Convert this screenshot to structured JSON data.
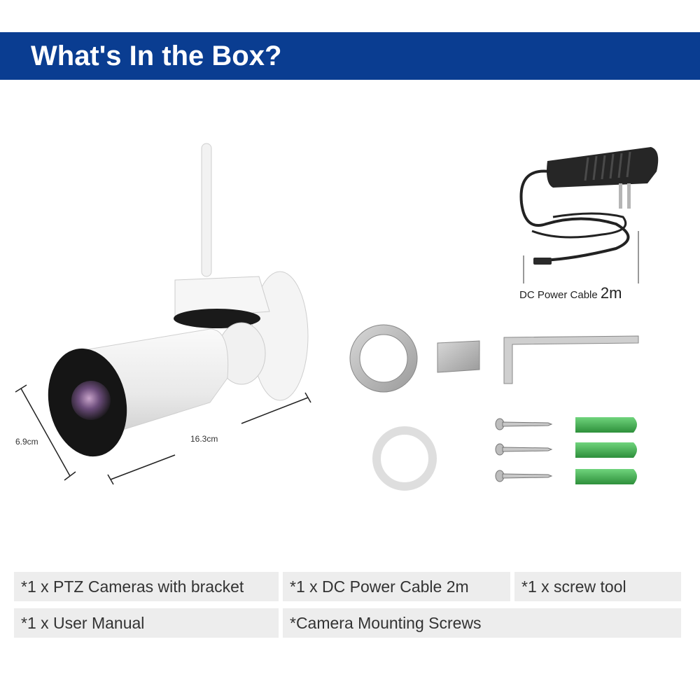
{
  "banner": {
    "title": "What's In the Box?"
  },
  "dimensions": {
    "diameter": "6.9cm",
    "length": "16.3cm"
  },
  "cable": {
    "label": "DC Power Cable",
    "length": "2m"
  },
  "contents": [
    {
      "text": "*1 x PTZ Cameras with bracket"
    },
    {
      "text": "*1 x DC Power Cable 2m"
    },
    {
      "text": "*1 x screw tool"
    },
    {
      "text": "*1 x User Manual"
    },
    {
      "text": "*Camera Mounting Screws"
    }
  ],
  "colors": {
    "banner": "#0a3d91",
    "anchor": "#3aa64a",
    "cell": "#ededed"
  }
}
